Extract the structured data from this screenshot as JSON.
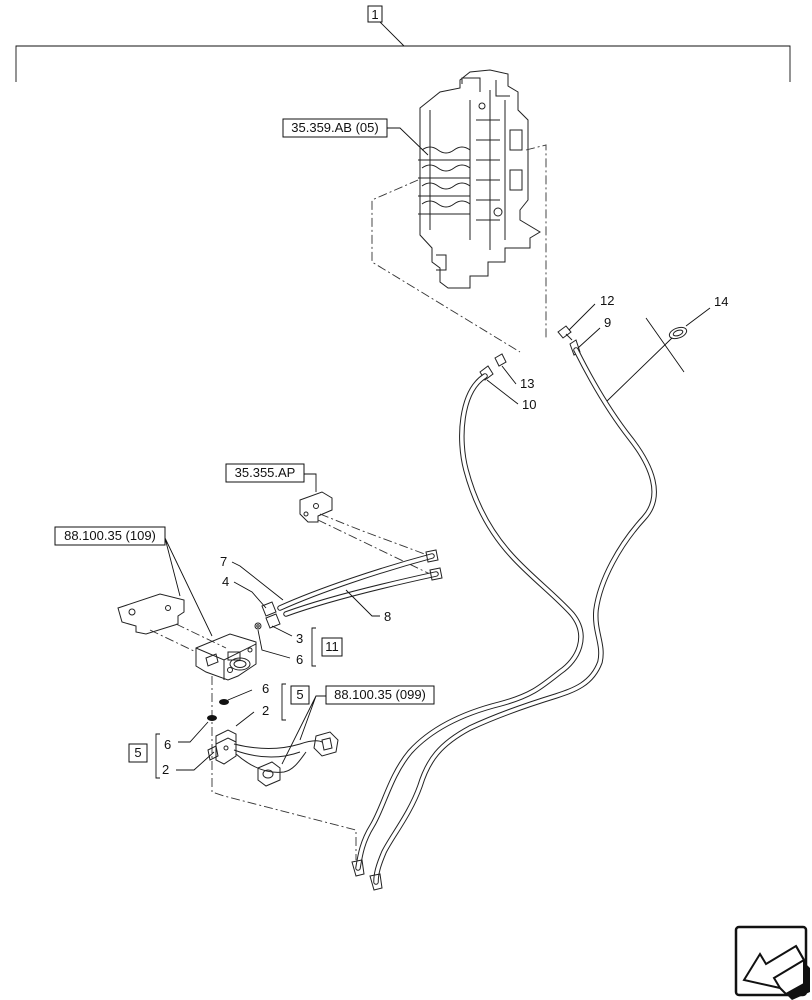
{
  "diagram": {
    "assembly_callout": "1",
    "references": {
      "control_valve": "35.359.AB (05)",
      "bracket": "35.355.AP",
      "solenoid_valve": "88.100.35 (109)",
      "harness": "88.100.35 (099)"
    },
    "kit_callouts": {
      "kit_11": "11",
      "kit_5_upper": "5",
      "kit_5_lower": "5"
    },
    "part_labels": {
      "p12": "12",
      "p9": "9",
      "p14": "14",
      "p13": "13",
      "p10": "10",
      "p7": "7",
      "p4": "4",
      "p8": "8",
      "p3": "3",
      "p6_upper": "6",
      "p6_mid": "6",
      "p2_mid": "2",
      "p6_lower": "6",
      "p2_lower": "2"
    },
    "icons": {
      "navigation": "arrow-icon"
    }
  }
}
